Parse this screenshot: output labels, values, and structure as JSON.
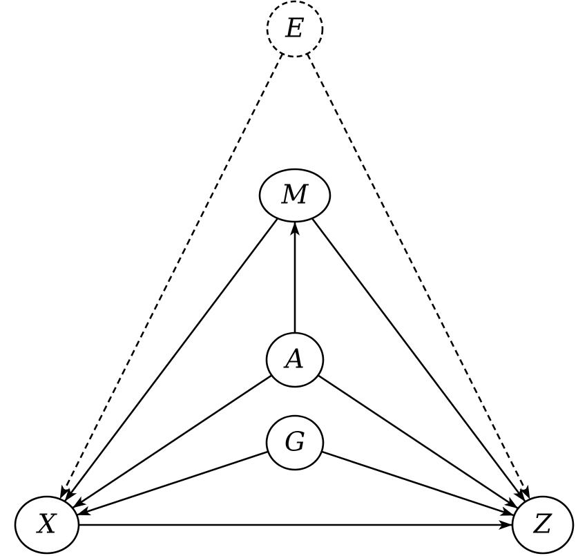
{
  "diagram": {
    "nodes": [
      {
        "id": "E",
        "label": "E",
        "style": "dashed"
      },
      {
        "id": "M",
        "label": "M",
        "style": "solid"
      },
      {
        "id": "A",
        "label": "A",
        "style": "solid"
      },
      {
        "id": "G",
        "label": "G",
        "style": "solid"
      },
      {
        "id": "X",
        "label": "X",
        "style": "solid"
      },
      {
        "id": "Z",
        "label": "Z",
        "style": "solid"
      }
    ],
    "edges": [
      {
        "from": "E",
        "to": "X",
        "style": "dashed"
      },
      {
        "from": "E",
        "to": "Z",
        "style": "dashed"
      },
      {
        "from": "A",
        "to": "M",
        "style": "solid"
      },
      {
        "from": "M",
        "to": "X",
        "style": "solid"
      },
      {
        "from": "M",
        "to": "Z",
        "style": "solid"
      },
      {
        "from": "A",
        "to": "X",
        "style": "solid"
      },
      {
        "from": "A",
        "to": "Z",
        "style": "solid"
      },
      {
        "from": "G",
        "to": "X",
        "style": "solid"
      },
      {
        "from": "G",
        "to": "Z",
        "style": "solid"
      },
      {
        "from": "X",
        "to": "Z",
        "style": "solid"
      }
    ]
  }
}
